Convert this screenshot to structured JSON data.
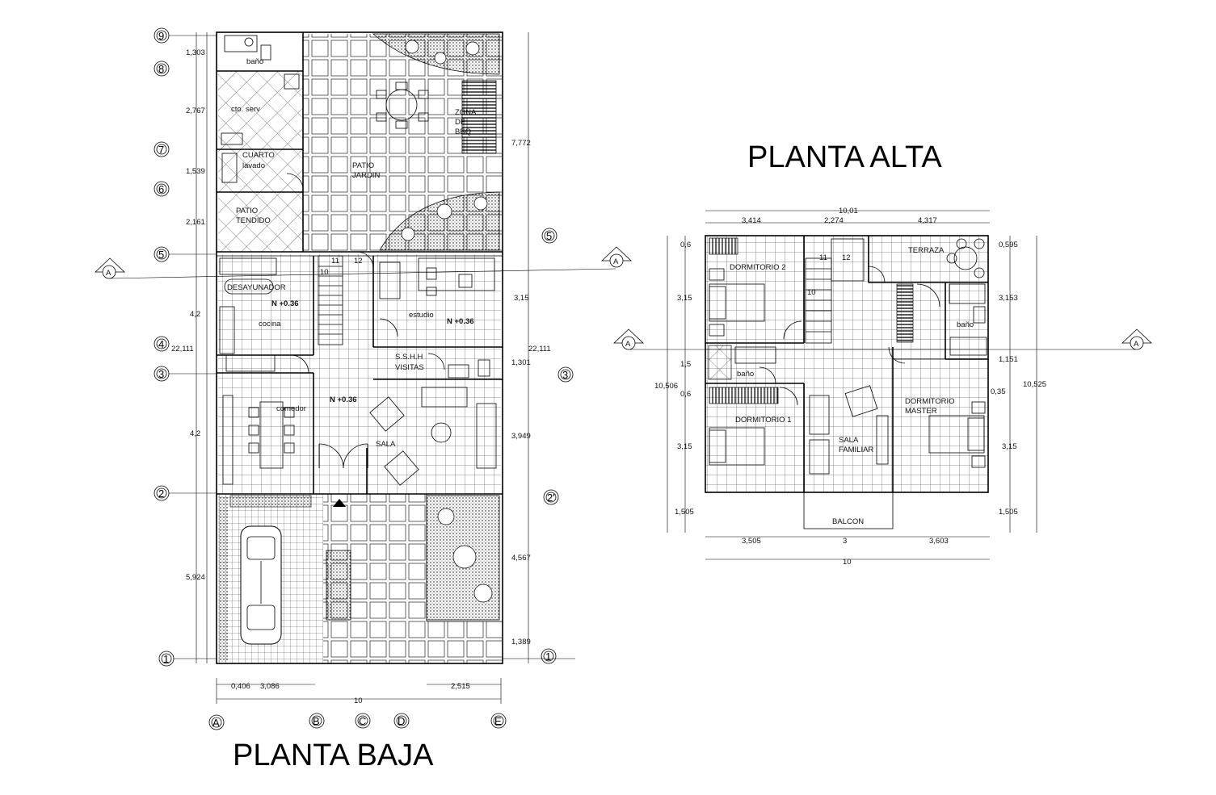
{
  "titles": {
    "ground": "PLANTA BAJA",
    "upper": "PLANTA ALTA"
  },
  "ground_rooms": {
    "bano": "baño",
    "cto_serv": "cto. serv",
    "cuarto_lavado_1": "CUARTO",
    "cuarto_lavado_2": "lavado",
    "patio_tendido_1": "PATIO",
    "patio_tendido_2": "TENDIDO",
    "patio_jardin_1": "PATIO",
    "patio_jardin_2": "JARDIN",
    "zona_bbq_1": "ZONA",
    "zona_bbq_2": "DE",
    "zona_bbq_3": "BBQ",
    "desayunador": "DESAYUNADOR",
    "level_cocina": "N +0.36",
    "cocina": "cocina",
    "estudio": "estudio",
    "level_estudio": "N +0.36",
    "sshh_1": "S.S.H.H",
    "sshh_2": "VISITAS",
    "level_sala": "N +0.36",
    "comedor": "comedor",
    "sala": "SALA",
    "stair_11": "11",
    "stair_12": "12",
    "stair_10": "10"
  },
  "upper_rooms": {
    "dormitorio_2": "DORMITORIO  2",
    "terraza": "TERRAZA",
    "bano": "baño",
    "bano_2": "baño",
    "dormitorio_1": "DORMITORIO  1",
    "sala_familiar_1": "SALA",
    "sala_familiar_2": "FAMILIAR",
    "dormitorio_master_1": "DORMITORIO",
    "dormitorio_master_2": "MASTER",
    "balcon": "BALCON",
    "stair_11": "11",
    "stair_12": "12",
    "stair_10": "10"
  },
  "ground_dims_left": {
    "d1": "1,303",
    "d2": "2,767",
    "d3": "1,539",
    "d4": "2,161",
    "d5": "4,2",
    "d6": "4,2",
    "d7": "5,924",
    "total": "22,111"
  },
  "ground_dims_right": {
    "d1": "7,772",
    "d2": "3,15",
    "d3": "1,301",
    "d4": "3,949",
    "d5": "4,567",
    "d6": "1,389",
    "total": "22,111"
  },
  "ground_dims_bottom": {
    "d1": "0,406",
    "d2": "3,086",
    "d3": "2,515",
    "total": "10"
  },
  "upper_dims_top": {
    "total": "10,01",
    "d1": "3,414",
    "d2": "2,274",
    "d3": "4,317"
  },
  "upper_dims_left": {
    "d1": "0,6",
    "d2": "3,15",
    "d3": "1,5",
    "d4": "0,6",
    "d5": "3,15",
    "d6": "1,505",
    "total": "10,506"
  },
  "upper_dims_right": {
    "d1": "0,595",
    "d2": "3,153",
    "d3": "1,151",
    "d4": "0,35",
    "d5": "3,15",
    "d6": "1,505",
    "total": "10,525"
  },
  "upper_dims_bottom": {
    "d1": "3,505",
    "d2": "3",
    "d3": "3,603",
    "total": "10"
  },
  "grid_rows": [
    "9",
    "8",
    "7",
    "6",
    "5",
    "4",
    "3",
    "2",
    "1"
  ],
  "grid_cols": [
    "A",
    "B",
    "C",
    "D",
    "E"
  ],
  "grid_right": {
    "r5": "5",
    "r3": "3",
    "r2": "2'",
    "r1": "1"
  },
  "section_marker": "A"
}
